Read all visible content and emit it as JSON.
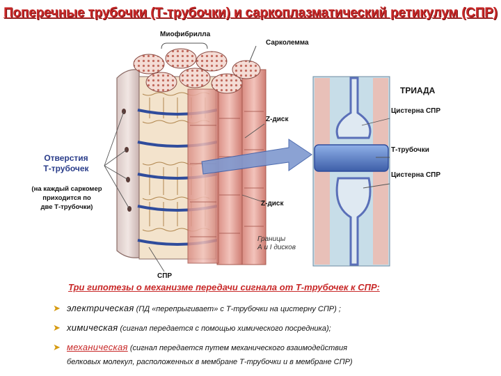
{
  "title": "Поперечные трубочки (Т-трубочки) и саркоплазматический ретикулум (СПР)",
  "labels": {
    "myofibril": "Миофибрилла",
    "sarcolemma": "Сарколемма",
    "z_disk_top": "Z-диск",
    "z_disk_bottom": "Z-диск",
    "openings_line1": "Отверстия",
    "openings_line2": "Т-трубочек",
    "openings_note_line1": "(на каждый саркомер",
    "openings_note_line2": "приходится  по",
    "openings_note_line3": "две Т-трубочки)",
    "boundaries_line1": "Границы",
    "boundaries_line2": "А и I дисков",
    "spr": "СПР",
    "triad": "ТРИАДА",
    "cistern_top": "Цистерна СПР",
    "t_tubules": "Т-трубочки",
    "cistern_bottom": "Цистерна СПР"
  },
  "hypotheses": {
    "title": "Три гипотезы о механизме передачи сигнала от Т-трубочек к СПР:",
    "items": [
      {
        "term": "электрическая",
        "detail": " (ПД «перепрыгивает» с Т-трубочки на цистерну СПР) ;",
        "detail2": "",
        "highlight": false
      },
      {
        "term": "химическая",
        "detail": " (сигнал передается с помощью химического  посредника);",
        "detail2": "",
        "highlight": false
      },
      {
        "term": "механическая",
        "detail": " (сигнал передается путем механического взаимодействия",
        "detail2": "белковых молекул, расположенных в мембране Т-трубочки и в мембране СПР)",
        "highlight": true
      }
    ]
  },
  "colors": {
    "title": "#c82828",
    "openings": "#2a3d8a",
    "bullet": "#d69a10",
    "muscle": "#e7a8a0",
    "sr_blue": "#5a6fb8",
    "inset_bg": "#c7dde8"
  }
}
